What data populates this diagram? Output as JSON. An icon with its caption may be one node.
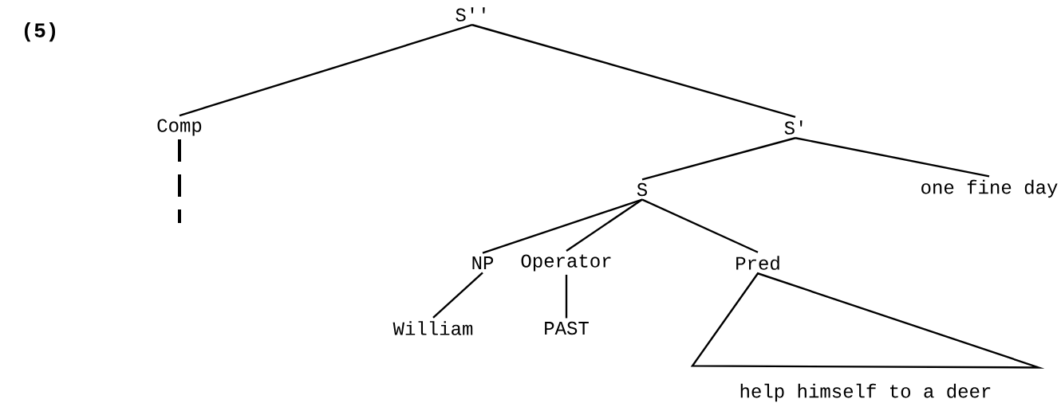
{
  "diagram": {
    "nodes": [
      {
        "text": [
          "S''"
        ]
      },
      {
        "text": [
          "Comp"
        ]
      },
      {
        "text": [
          "S'"
        ]
      },
      {
        "text": [
          "S"
        ]
      },
      {
        "text": [
          "one fine day"
        ]
      },
      {
        "text": [
          "NP"
        ]
      },
      {
        "text": [
          "Operator"
        ]
      },
      {
        "text": [
          "Pred"
        ]
      },
      {
        "text": [
          "William"
        ]
      },
      {
        "text": [
          "PAST"
        ]
      },
      {
        "text": [
          "help himself to a deer"
        ]
      }
    ],
    "edges": [
      {
        "from": 0,
        "to": 1,
        "arrow": "none"
      },
      {
        "from": 0,
        "to": 2,
        "arrow": "none"
      },
      {
        "from": 1,
        "to": null,
        "arrow": "none",
        "style": "dashed"
      },
      {
        "from": 2,
        "to": 3,
        "arrow": "none"
      },
      {
        "from": 2,
        "to": 4,
        "arrow": "none"
      },
      {
        "from": 3,
        "to": 5,
        "arrow": "none"
      },
      {
        "from": 3,
        "to": 6,
        "arrow": "none"
      },
      {
        "from": 3,
        "to": 7,
        "arrow": "none"
      },
      {
        "from": 5,
        "to": 8,
        "arrow": "none"
      },
      {
        "from": 6,
        "to": 9,
        "arrow": "none"
      },
      {
        "from": 7,
        "to": 10,
        "arrow": "none"
      }
    ],
    "labels": [
      "(5)"
    ]
  }
}
